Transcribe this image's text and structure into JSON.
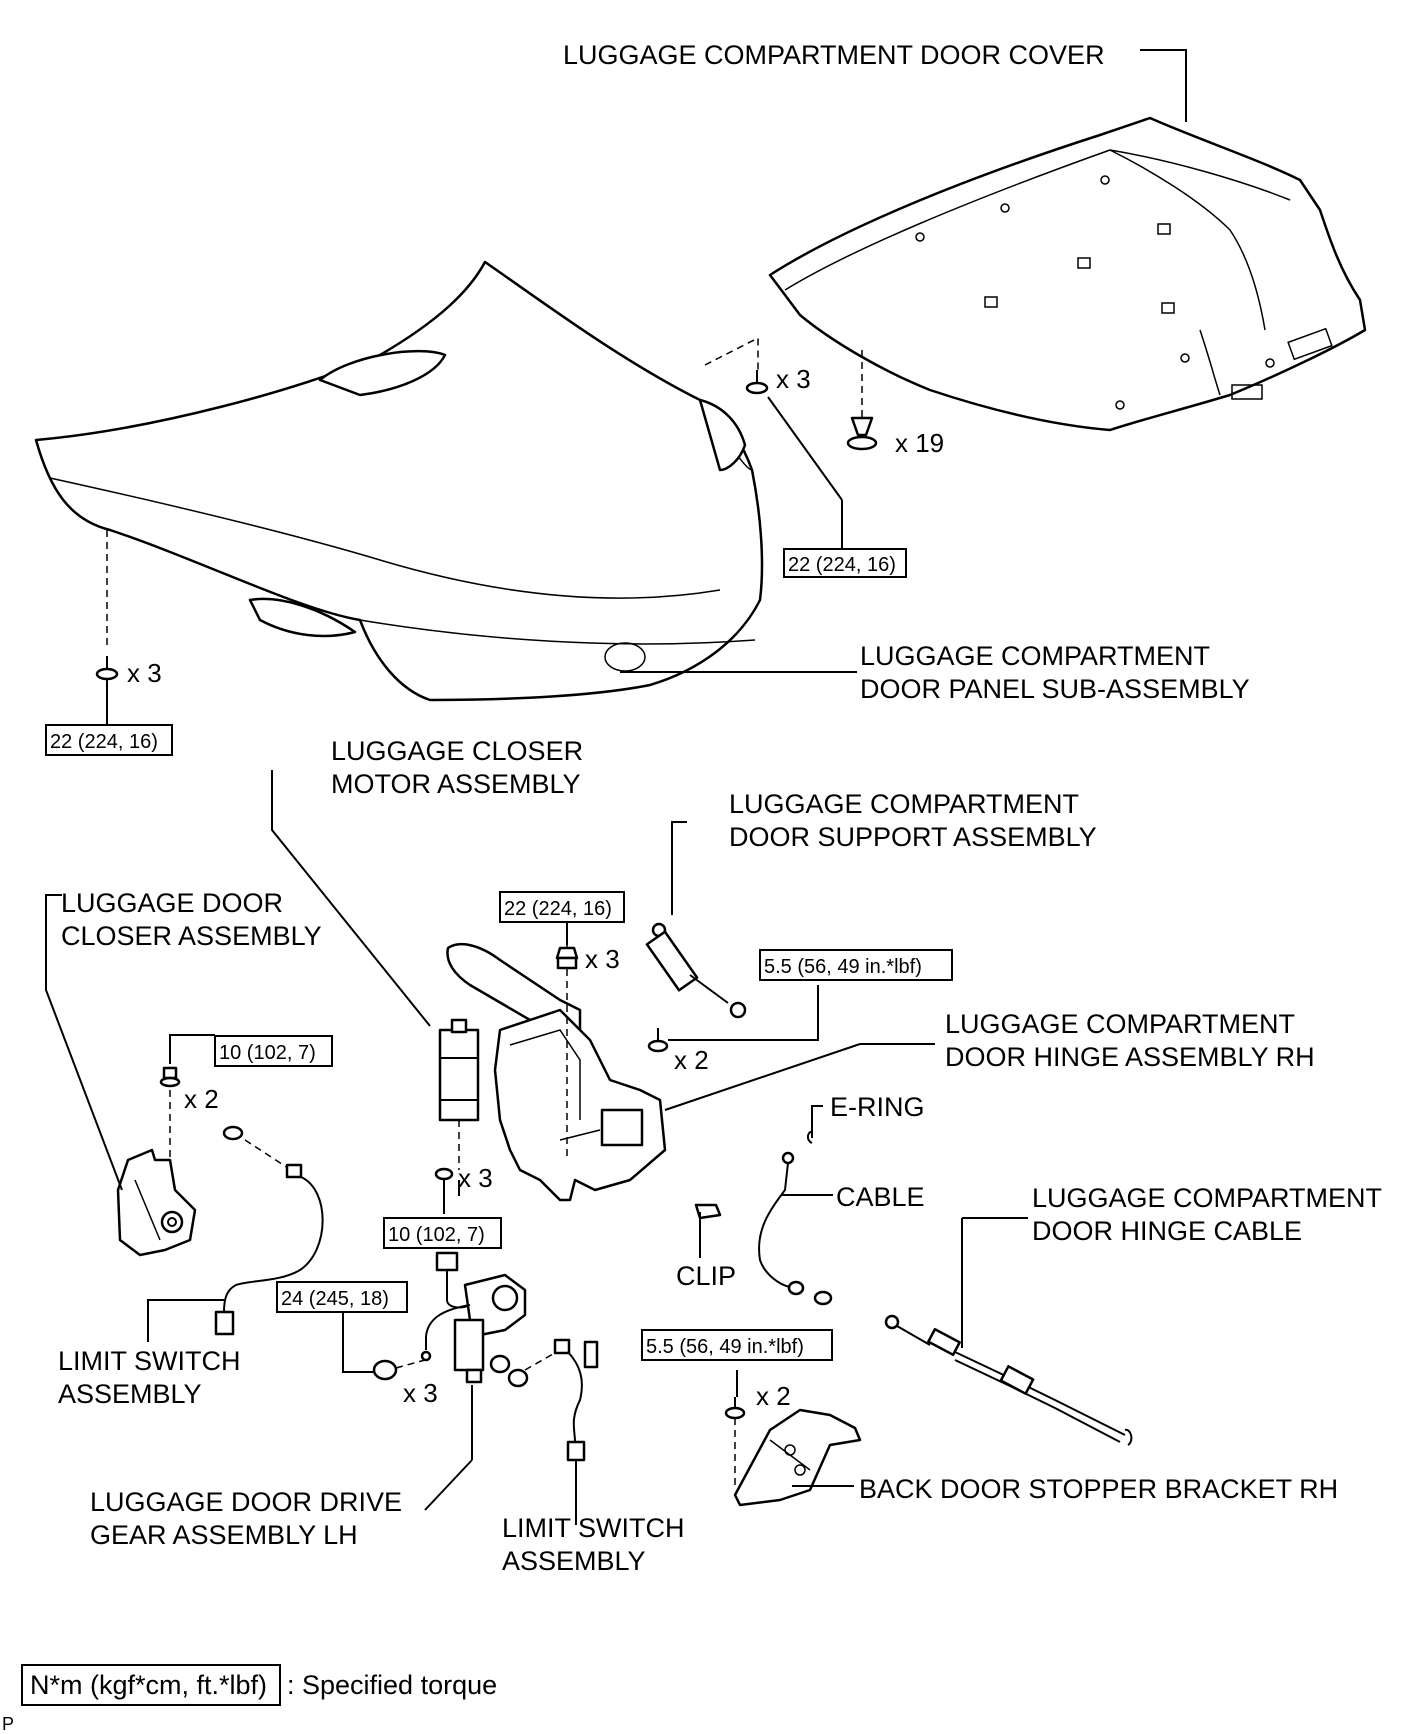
{
  "labels": {
    "door_cover": "LUGGAGE COMPARTMENT DOOR COVER",
    "door_panel_1": "LUGGAGE COMPARTMENT",
    "door_panel_2": "DOOR PANEL SUB-ASSEMBLY",
    "closer_motor_1": "LUGGAGE CLOSER",
    "closer_motor_2": "MOTOR ASSEMBLY",
    "support_1": "LUGGAGE COMPARTMENT",
    "support_2": "DOOR SUPPORT ASSEMBLY",
    "door_closer_1": "LUGGAGE DOOR",
    "door_closer_2": "CLOSER ASSEMBLY",
    "hinge_1": "LUGGAGE COMPARTMENT",
    "hinge_2": "DOOR HINGE ASSEMBLY RH",
    "e_ring": "E-RING",
    "cable": "CABLE",
    "hinge_cable_1": "LUGGAGE COMPARTMENT",
    "hinge_cable_2": "DOOR HINGE CABLE",
    "clip": "CLIP",
    "limit_switch_left_1": "LIMIT SWITCH",
    "limit_switch_left_2": "ASSEMBLY",
    "drive_gear_1": "LUGGAGE DOOR DRIVE",
    "drive_gear_2": "GEAR ASSEMBLY LH",
    "limit_switch_mid_1": "LIMIT SWITCH",
    "limit_switch_mid_2": "ASSEMBLY",
    "stopper_bracket": "BACK DOOR STOPPER BRACKET RH"
  },
  "torques": {
    "t_panel_right": "22 (224, 16)",
    "t_panel_left": "22 (224, 16)",
    "t_hinge_nut": "22 (224, 16)",
    "t_support": "5.5 (56, 49 in.*lbf)",
    "t_closer": "10 (102,  7)",
    "t_motor": "10 (102,  7)",
    "t_drive": "24 (245, 18)",
    "t_stopper": "5.5 (56, 49 in.*lbf)"
  },
  "quantities": {
    "q_panel_bolt": "x 3",
    "q_clip": "x 19",
    "q_panel_left": "x 3",
    "q_hinge_nut": "x 3",
    "q_support": "x 2",
    "q_closer": "x 2",
    "q_motor": "x 3",
    "q_drive": "x 3",
    "q_stopper": "x 2"
  },
  "legend": {
    "unit_box": "N*m (kgf*cm, ft.*lbf)",
    "description": ": Specified torque"
  },
  "corner_code": "P"
}
